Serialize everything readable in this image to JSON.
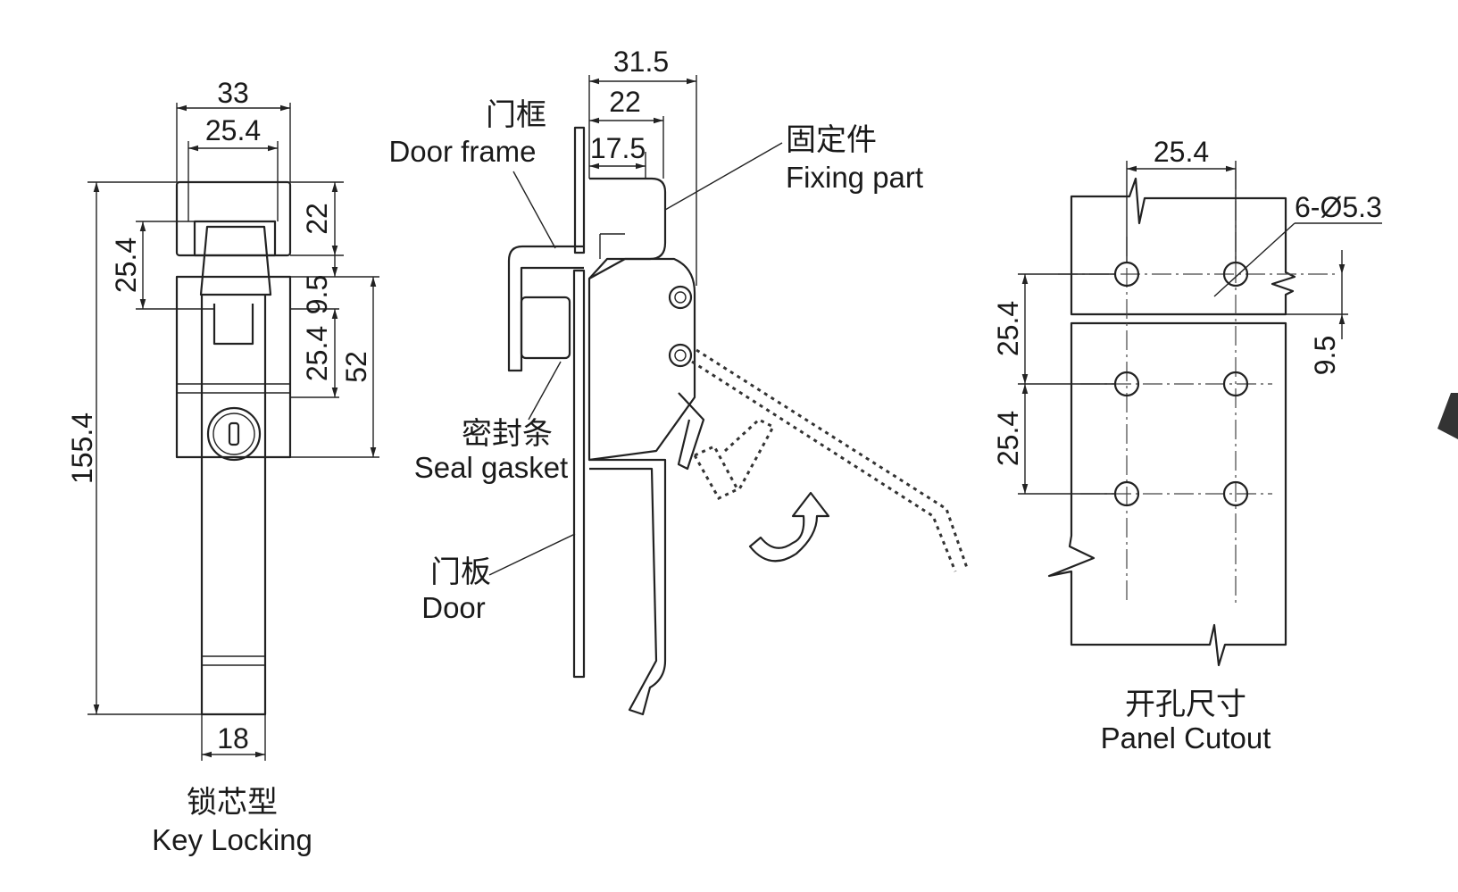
{
  "key_locking_view": {
    "dims": {
      "width_33": "33",
      "width_25_4": "25.4",
      "height_22": "22",
      "pitch_25_4": "25.4",
      "gap_9_5": "9.5",
      "pitch_25_4_b": "25.4",
      "height_52": "52",
      "total_155_4": "155.4",
      "handle_18": "18"
    },
    "caption_cn": "锁芯型",
    "caption_en": "Key Locking"
  },
  "side_view": {
    "dims": {
      "d_31_5": "31.5",
      "d_22": "22",
      "d_17_5": "17.5"
    },
    "labels": {
      "door_frame_cn": "门框",
      "door_frame_en": "Door frame",
      "fixing_part_cn": "固定件",
      "fixing_part_en": "Fixing part",
      "seal_gasket_cn": "密封条",
      "seal_gasket_en": "Seal gasket",
      "door_cn": "门板",
      "door_en": "Door"
    }
  },
  "panel_cutout_view": {
    "dims": {
      "width_25_4": "25.4",
      "holes": "6-Ø5.3",
      "pitch_25_4_a": "25.4",
      "pitch_25_4_b": "25.4",
      "offset_9_5": "9.5"
    },
    "caption_cn": "开孔尺寸",
    "caption_en": "Panel Cutout"
  }
}
